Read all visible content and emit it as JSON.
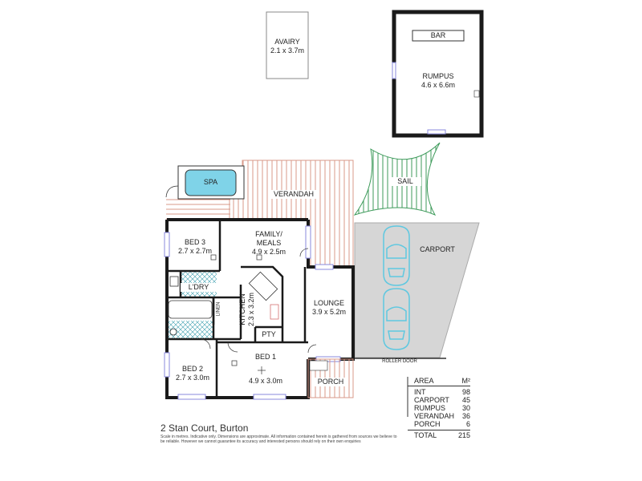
{
  "address": "2 Stan Court, Burton",
  "disclaimer": "Scale in metres. Indicative only. Dimensions are approximate. All information contained herein is gathered from sources we believe to be reliable. However we cannot guarantee its accuracy and interested persons should rely on their own enquiries",
  "rooms": {
    "aviary": {
      "name": "AVAIRY",
      "size": "2.1 x 3.7m"
    },
    "bar": {
      "name": "BAR"
    },
    "rumpus": {
      "name": "RUMPUS",
      "size": "4.6 x 6.6m"
    },
    "spa": {
      "name": "SPA"
    },
    "verandah": {
      "name": "VERANDAH"
    },
    "sail": {
      "name": "SAIL"
    },
    "carport": {
      "name": "CARPORT"
    },
    "family": {
      "name1": "FAMILY/",
      "name2": "MEALS",
      "size": "4.9 x 2.5m"
    },
    "bed3": {
      "name": "BED 3",
      "size": "2.7 x 2.7m"
    },
    "ldry": {
      "name": "L'DRY"
    },
    "linen": {
      "name": "LINEN"
    },
    "kitchen": {
      "name": "KITCHEN",
      "size": "2.3 x 3.2m"
    },
    "pty": {
      "name": "PTY"
    },
    "lounge": {
      "name": "LOUNGE",
      "size": "3.9 x 5.2m"
    },
    "bed2": {
      "name": "BED 2",
      "size": "2.7 x 3.0m"
    },
    "bed1": {
      "name": "BED 1",
      "size": "4.9 x 3.0m"
    },
    "porch": {
      "name": "PORCH"
    },
    "roller_door": {
      "name": "ROLLER DOOR"
    }
  },
  "colors": {
    "wall": "#1a1a1a",
    "verandah_stripe": "#d99a8a",
    "sail_stripe": "#3d9a5a",
    "carport_fill": "#d6d6d6",
    "spa_fill": "#7fd3e8",
    "car_outline": "#5fc8e0",
    "window": "#8888dd"
  },
  "area_table": {
    "header_label": "AREA",
    "header_unit": "M²",
    "rows": [
      {
        "label": "INT",
        "value": "98"
      },
      {
        "label": "CARPORT",
        "value": "45"
      },
      {
        "label": "RUMPUS",
        "value": "30"
      },
      {
        "label": "VERANDAH",
        "value": "36"
      },
      {
        "label": "PORCH",
        "value": "6"
      }
    ],
    "total_label": "TOTAL",
    "total_value": "215"
  }
}
